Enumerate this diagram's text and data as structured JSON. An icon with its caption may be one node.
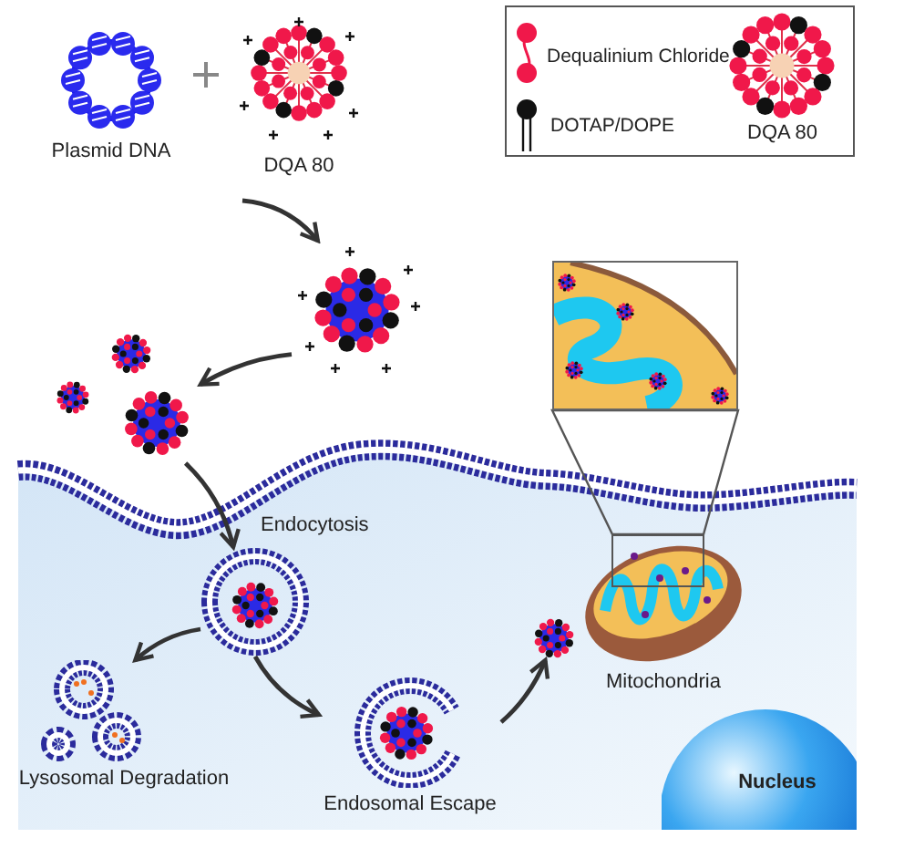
{
  "diagram": {
    "nodes": [
      {
        "text": [
          "Plasmid DNA"
        ]
      },
      {
        "text": [
          "DQA 80"
        ]
      },
      {
        "text": [],
        "shape": "picture"
      },
      {
        "text": [],
        "shape": "picture"
      },
      {
        "text": [],
        "shape": "picture"
      },
      {
        "text": [
          "Lysosomal Degradation"
        ]
      },
      {
        "text": [
          "Endosomal Escape"
        ]
      },
      {
        "text": [],
        "shape": "picture"
      },
      {
        "text": [
          "Mitochondria"
        ]
      },
      {
        "text": [
          "Nucleus"
        ]
      },
      {
        "text": [],
        "shape": "picture"
      }
    ],
    "edges": [
      {
        "from": null,
        "to": 2,
        "arrow": "to"
      },
      {
        "from": 2,
        "to": 3,
        "arrow": "to"
      },
      {
        "from": 3,
        "to": 4,
        "arrow": "to",
        "label": "Endocytosis"
      },
      {
        "from": 4,
        "to": 5,
        "arrow": "to"
      },
      {
        "from": 4,
        "to": 6,
        "arrow": "to"
      },
      {
        "from": 6,
        "to": 7,
        "arrow": "to"
      },
      {
        "from": 10,
        "to": 8,
        "arrow": "none",
        "color": "#555555"
      }
    ],
    "labels": [
      "DQA 80"
    ],
    "legend": [
      {
        "text": "Dequalinium Chloride"
      },
      {
        "text": "DOTAP/DOPE"
      }
    ]
  }
}
